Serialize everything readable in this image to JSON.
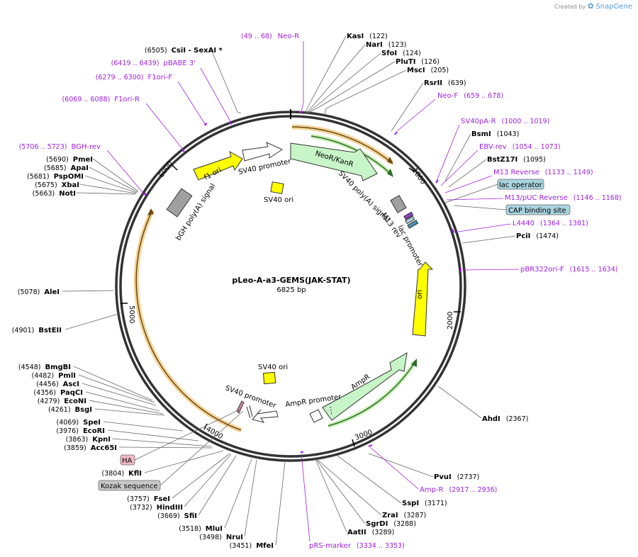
{
  "credit": {
    "prefix": "Created by",
    "brand": "SnapGene"
  },
  "plasmid": {
    "name": "pLeo-A-a3-GEMS(JAK-STAT)",
    "size_label": "6825 bp",
    "length_bp": 6825
  },
  "ticks": [
    "1000",
    "2000",
    "3000",
    "4000",
    "5000",
    "6000"
  ],
  "enzymes_right": [
    {
      "name": "KasI",
      "pos": "(122)"
    },
    {
      "name": "NarI",
      "pos": "(123)"
    },
    {
      "name": "SfoI",
      "pos": "(124)"
    },
    {
      "name": "PluTI",
      "pos": "(126)"
    },
    {
      "name": "MscI",
      "pos": "(205)"
    },
    {
      "name": "RsrII",
      "pos": "(639)"
    },
    {
      "name": "BsmI",
      "pos": "(1043)"
    },
    {
      "name": "BstZ17I",
      "pos": "(1095)"
    },
    {
      "name": "PciI",
      "pos": "(1474)"
    },
    {
      "name": "AhdI",
      "pos": "(2367)"
    },
    {
      "name": "PvuI",
      "pos": "(2737)"
    },
    {
      "name": "SspI",
      "pos": "(3171)"
    },
    {
      "name": "ZraI",
      "pos": "(3287)"
    },
    {
      "name": "SgrDI",
      "pos": "(3288)"
    },
    {
      "name": "AatII",
      "pos": "(3289)"
    }
  ],
  "enzymes_left": [
    {
      "name": "CsiI",
      "pos": "(6505)",
      "extra": " - SexAI *"
    },
    {
      "name": "PmeI",
      "pos": "(5690)"
    },
    {
      "name": "ApaI",
      "pos": "(5685)"
    },
    {
      "name": "PspOMI",
      "pos": "(5681)"
    },
    {
      "name": "XbaI",
      "pos": "(5675)"
    },
    {
      "name": "NotI",
      "pos": "(5663)"
    },
    {
      "name": "AleI",
      "pos": "(5078)"
    },
    {
      "name": "BstEII",
      "pos": "(4901)"
    },
    {
      "name": "BmgBI",
      "pos": "(4548)"
    },
    {
      "name": "PmlI",
      "pos": "(4482)"
    },
    {
      "name": "AscI",
      "pos": "(4456)"
    },
    {
      "name": "PaqCI",
      "pos": "(4356)"
    },
    {
      "name": "EcoNI",
      "pos": "(4279)"
    },
    {
      "name": "BsgI",
      "pos": "(4261)"
    },
    {
      "name": "SpeI",
      "pos": "(4069)"
    },
    {
      "name": "EcoRI",
      "pos": "(3976)"
    },
    {
      "name": "KpnI",
      "pos": "(3863)"
    },
    {
      "name": "Acc65I",
      "pos": "(3859)"
    },
    {
      "name": "KflI",
      "pos": "(3804)"
    },
    {
      "name": "FseI",
      "pos": "(3757)"
    },
    {
      "name": "HindIII",
      "pos": "(3732)"
    },
    {
      "name": "SfiI",
      "pos": "(3669)"
    },
    {
      "name": "MluI",
      "pos": "(3518)"
    },
    {
      "name": "NruI",
      "pos": "(3498)"
    },
    {
      "name": "MfeI",
      "pos": "(3451)"
    }
  ],
  "primers": [
    {
      "name": "Neo-R",
      "pos": "(49 .. 68)"
    },
    {
      "name": "Neo-F",
      "pos": "(659 .. 678)"
    },
    {
      "name": "SV40pA-R",
      "pos": "(1000 .. 1019)"
    },
    {
      "name": "EBV-rev",
      "pos": "(1054 .. 1073)"
    },
    {
      "name": "M13 Reverse",
      "pos": "(1133 .. 1149)"
    },
    {
      "name": "M13/pUC Reverse",
      "pos": "(1146 .. 1168)"
    },
    {
      "name": "L4440",
      "pos": "(1364 .. 1381)"
    },
    {
      "name": "pBR322ori-F",
      "pos": "(1615 .. 1634)"
    },
    {
      "name": "Amp-R",
      "pos": "(2917 .. 2936)"
    },
    {
      "name": "pRS-marker",
      "pos": "(3334 .. 3353)"
    },
    {
      "name": "pBABE 3'",
      "pos": "(6419 .. 6439)"
    },
    {
      "name": "F1ori-F",
      "pos": "(6279 .. 6300)"
    },
    {
      "name": "F1ori-R",
      "pos": "(6069 .. 6088)"
    },
    {
      "name": "BGH-rev",
      "pos": "(5706 .. 5723)"
    }
  ],
  "feature_boxes": [
    {
      "label": "lac operator",
      "color": "#a9d3e0"
    },
    {
      "label": "CAP binding site",
      "color": "#a9d3e0"
    },
    {
      "label": "HA",
      "color": "#f2b9c6"
    },
    {
      "label": "Kozak sequence",
      "color": "#c8c8c8"
    }
  ],
  "features": {
    "neo_kan": "NeoR/KanR",
    "sv40_polya_right": "SV40 poly(A) signal",
    "m13_rev": "M13 rev",
    "lac_promoter": "lac promoter",
    "ori": "ori",
    "ampr": "AmpR",
    "ampr_promoter": "AmpR promoter",
    "sv40_promoter_bottom": "SV40 promoter",
    "sv40_ori_bottom": "SV40 ori",
    "sv40_promoter_top": "SV40 promoter",
    "sv40_ori_top": "SV40 ori",
    "f1_ori": "f1 ori",
    "bgh": "bGH poly(A) signal"
  },
  "colors": {
    "enzyme": "#000000",
    "primer": "#a020e0",
    "backbone": "#333333",
    "neo": "#c8f5c8",
    "ori": "#ffff00",
    "f1ori": "#ffff00",
    "orf_outline": "#e0a030",
    "orf_arrow": "#2c8c2c"
  }
}
